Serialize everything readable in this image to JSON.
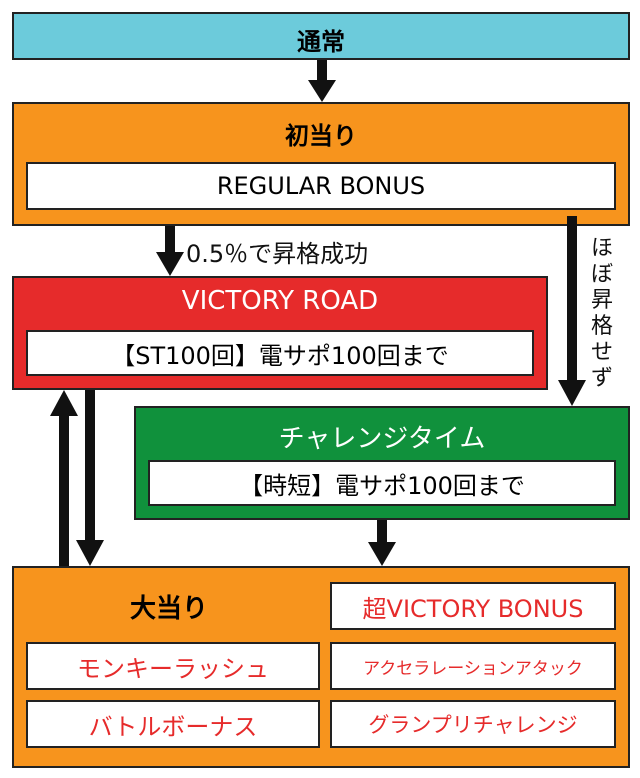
{
  "colors": {
    "normal": "#6ccbdb",
    "orange": "#f7941d",
    "red": "#e62b2b",
    "green": "#10913c",
    "red_text": "#e62b2b",
    "arrow": "#111111"
  },
  "normal": {
    "label": "通常"
  },
  "first_hit": {
    "label": "初当り",
    "bonus": "REGULAR BONUS"
  },
  "transition_success": "0.5％で昇格成功",
  "transition_almost": [
    "ほ",
    "ぼ",
    "昇",
    "格",
    "せ",
    "ず"
  ],
  "victory_road": {
    "label": "VICTORY ROAD",
    "detail": "【ST100回】電サポ100回まで"
  },
  "challenge_time": {
    "label": "チャレンジタイム",
    "detail": "【時短】電サポ100回まで"
  },
  "big_hit": {
    "label": "大当り",
    "items": [
      {
        "name": "super-victory-bonus",
        "text": "超VICTORY BONUS"
      },
      {
        "name": "monkey-rush",
        "text": "モンキーラッシュ"
      },
      {
        "name": "acceleration-attack",
        "text": "アクセラレーションアタック"
      },
      {
        "name": "battle-bonus",
        "text": "バトルボーナス"
      },
      {
        "name": "grand-prix-challenge",
        "text": "グランプリチャレンジ"
      }
    ]
  }
}
